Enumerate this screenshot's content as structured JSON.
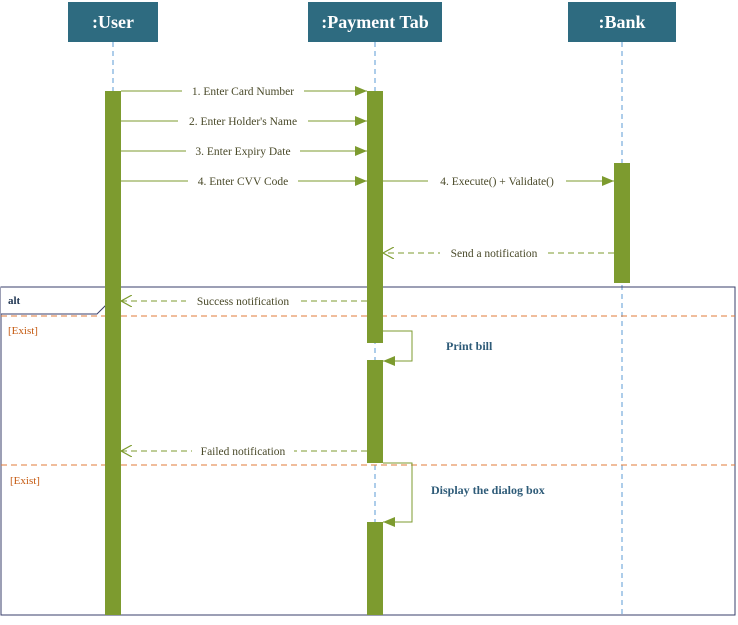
{
  "participants": {
    "user": ":User",
    "payment": ":Payment Tab",
    "bank": ":Bank"
  },
  "messages": {
    "m1": "1. Enter Card Number",
    "m2": "2. Enter Holder's Name",
    "m3": "3. Enter Expiry Date",
    "m4": "4. Enter CVV Code",
    "m5": "4. Execute() + Validate()",
    "m6": "Send a notification",
    "m7": "Success notification",
    "m8": "Failed notification"
  },
  "fragment": {
    "operator": "alt",
    "guard1": "[Exist]",
    "guard2": "[Exist]"
  },
  "self_calls": {
    "print_bill": "Print bill",
    "display_dialog": "Display the dialog box"
  },
  "colors": {
    "header": "#2e6b80",
    "activation": "#7d9b2f",
    "arrow": "#7d9b2f",
    "frame": "#3a3f6b",
    "guard_line": "#e07b39",
    "lifeline": "#5b9bd5"
  }
}
